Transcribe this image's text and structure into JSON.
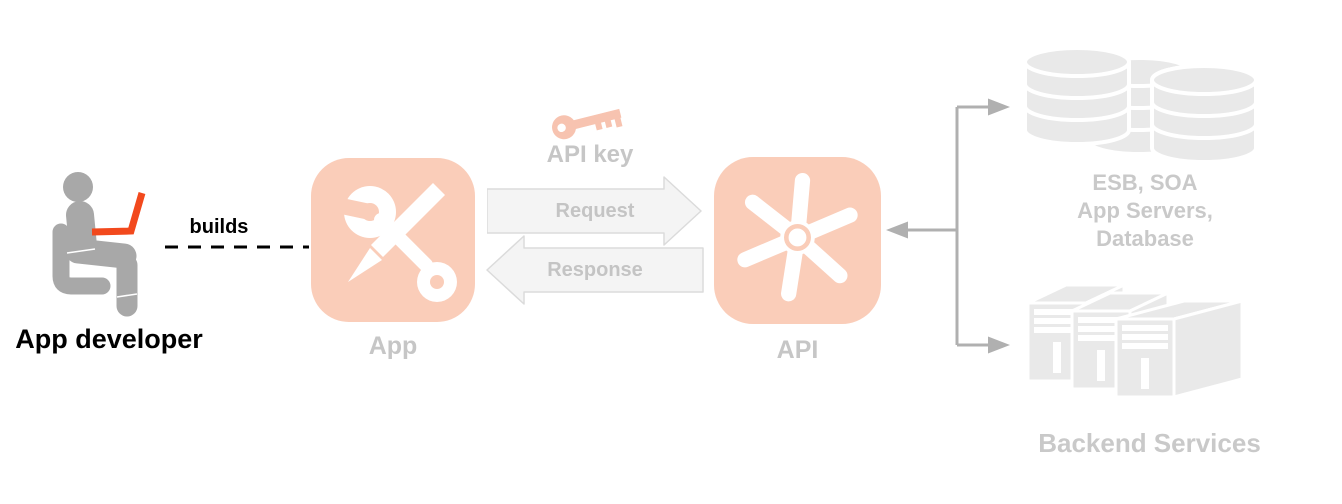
{
  "diagram": {
    "developer": {
      "label": "App developer",
      "action": "builds"
    },
    "app": {
      "label": "App"
    },
    "api_key": {
      "label": "API key"
    },
    "request": {
      "label": "Request"
    },
    "response": {
      "label": "Response"
    },
    "api": {
      "label": "API"
    },
    "backend_systems": {
      "line1": "ESB, SOA",
      "line2": "App Servers,",
      "line3": "Database"
    },
    "backend_services": {
      "label": "Backend Services"
    }
  },
  "icons": {
    "developer": "person-at-laptop-icon",
    "builds_connector": "dashed-line",
    "app": "wrench-and-pencil-icon",
    "api_key": "key-icon",
    "request": "right-block-arrow",
    "response": "left-block-arrow",
    "api": "pinwheel-icon",
    "backend_connector": "branching-arrows",
    "backend_systems": "database-stack-icon",
    "backend_services": "server-towers-icon"
  },
  "colors": {
    "icon_salmon": "#facdb9",
    "key_salmon": "#f7c3b0",
    "laptop_orange": "#f2491d",
    "person_gray": "#a8a8a8",
    "flow_arrow_fill": "#f4f4f4",
    "flow_arrow_border": "#dbdbdb",
    "connector_gray": "#b0b0b0",
    "backend_shape_gray": "#e9e9e9",
    "muted_text_gray": "#c6c6c6",
    "text_black": "#000000"
  }
}
